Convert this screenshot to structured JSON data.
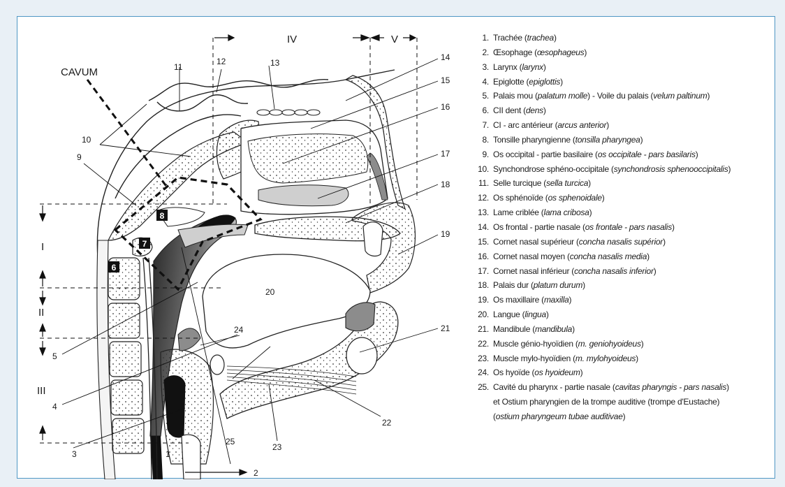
{
  "diagram": {
    "region_label": "CAVUM",
    "zones": [
      "I",
      "II",
      "III",
      "IV",
      "V"
    ],
    "callouts": [
      "1",
      "2",
      "3",
      "4",
      "5",
      "6",
      "7",
      "8",
      "9",
      "10",
      "11",
      "12",
      "13",
      "14",
      "15",
      "16",
      "17",
      "18",
      "19",
      "20",
      "21",
      "22",
      "23",
      "24",
      "25"
    ],
    "box_numbers": [
      "6",
      "7",
      "8"
    ]
  },
  "legend": [
    {
      "num": "1.",
      "text": "Trachée (",
      "latin": "trachea",
      "after": ")"
    },
    {
      "num": "2.",
      "text": "Œsophage (",
      "latin": "œsophageus",
      "after": ")"
    },
    {
      "num": "3.",
      "text": "Larynx (",
      "latin": "larynx",
      "after": ")"
    },
    {
      "num": "4.",
      "text": "Epiglotte (",
      "latin": "epiglottis",
      "after": ")"
    },
    {
      "num": "5.",
      "text": "Palais mou (",
      "latin": "palatum molle",
      "after": ") - Voile du palais (",
      "latin2": "velum paltinum",
      "after2": ")"
    },
    {
      "num": "6.",
      "text": "CII dent (",
      "latin": "dens",
      "after": ")"
    },
    {
      "num": "7.",
      "text": "CI - arc antérieur (",
      "latin": "arcus anterior",
      "after": ")"
    },
    {
      "num": "8.",
      "text": "Tonsille pharyngienne (",
      "latin": "tonsilla pharyngea",
      "after": ")"
    },
    {
      "num": "9.",
      "text": "Os occipital - partie basilaire (",
      "latin": "os occipitale - pars basilaris",
      "after": ")"
    },
    {
      "num": "10.",
      "text": "Synchondrose sphéno-occipitale (",
      "latin": "synchondrosis sphenooccipitalis",
      "after": ")"
    },
    {
      "num": "11.",
      "text": "Selle turcique (",
      "latin": "sella turcica",
      "after": ")"
    },
    {
      "num": "12.",
      "text": "Os sphénoïde (",
      "latin": "os sphenoidale",
      "after": ")"
    },
    {
      "num": "13.",
      "text": "Lame criblée (",
      "latin": "lama cribosa",
      "after": ")"
    },
    {
      "num": "14.",
      "text": "Os frontal - partie nasale (",
      "latin": "os frontale - pars nasalis",
      "after": ")"
    },
    {
      "num": "15.",
      "text": "Cornet nasal supérieur (",
      "latin": "concha nasalis supérior",
      "after": ")"
    },
    {
      "num": "16.",
      "text": "Cornet nasal moyen (",
      "latin": "concha nasalis media",
      "after": ")"
    },
    {
      "num": "17.",
      "text": "Cornet nasal inférieur (",
      "latin": "concha nasalis inferior",
      "after": ")"
    },
    {
      "num": "18.",
      "text": "Palais dur (",
      "latin": "platum durum",
      "after": ")"
    },
    {
      "num": "19.",
      "text": "Os maxillaire (",
      "latin": "maxilla",
      "after": ")"
    },
    {
      "num": "20.",
      "text": "Langue (",
      "latin": "lingua",
      "after": ")"
    },
    {
      "num": "21.",
      "text": "Mandibule (",
      "latin": "mandibula",
      "after": ")"
    },
    {
      "num": "22.",
      "text": "Muscle génio-hyoïdien (",
      "latin": "m. geniohyoideus",
      "after": ")"
    },
    {
      "num": "23.",
      "text": "Muscle mylo-hyoïdien (",
      "latin": "m. mylohyoideus",
      "after": ")"
    },
    {
      "num": "24.",
      "text": "Os hyoïde (",
      "latin": "os hyoideum",
      "after": ")"
    },
    {
      "num": "25.",
      "text": "Cavité du pharynx - partie nasale (",
      "latin": "cavitas pharyngis - pars nasalis",
      "after": ")",
      "line2": "et Ostium pharyngien de la trompe auditive (trompe d'Eustache)",
      "line3_open": "(",
      "line3_latin": "ostium pharyngeum tubae auditivae",
      "line3_close": ")"
    }
  ],
  "colors": {
    "frame_border": "#4f97c4",
    "page_bg": "#e9f0f6",
    "dark_tissue": "#1a1a1a",
    "mid_gray": "#8c8c8c",
    "light_gray": "#cfcfcf"
  }
}
